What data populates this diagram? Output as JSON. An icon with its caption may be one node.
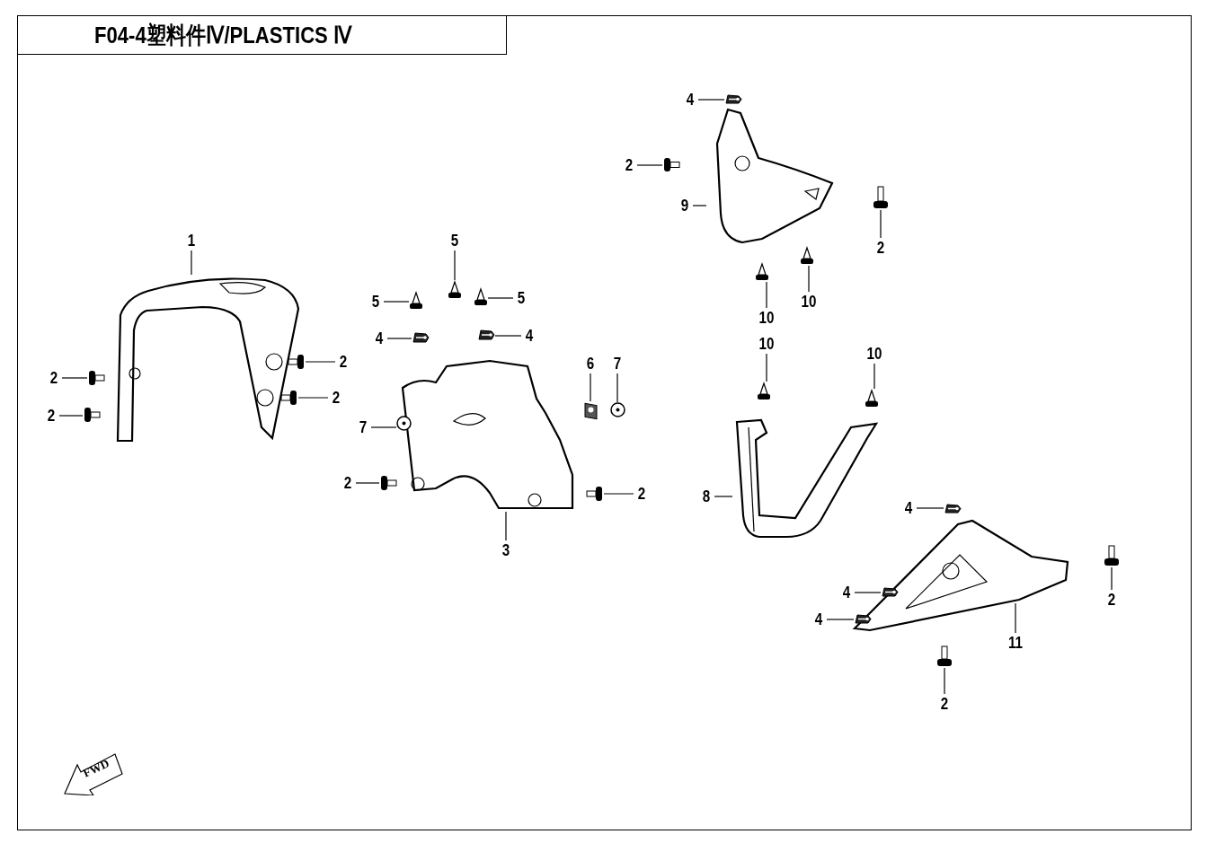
{
  "diagram": {
    "title": "F04-4塑料件Ⅳ/PLASTICS Ⅳ",
    "nodes": [
      {
        "text": [
          "4"
        ]
      },
      {
        "text": [],
        "shape": "picture"
      },
      {
        "text": [
          "2"
        ]
      },
      {
        "text": [],
        "shape": "picture"
      },
      {
        "text": [
          "9"
        ]
      },
      {
        "text": [],
        "shape": "picture"
      },
      {
        "text": [
          "2"
        ]
      },
      {
        "text": [],
        "shape": "picture"
      },
      {
        "text": [
          "10"
        ]
      },
      {
        "text": [],
        "shape": "picture"
      },
      {
        "text": [
          "10"
        ]
      },
      {
        "text": [],
        "shape": "picture"
      },
      {
        "text": [
          "1"
        ]
      },
      {
        "text": [],
        "shape": "picture"
      },
      {
        "text": [
          "2"
        ]
      },
      {
        "text": [],
        "shape": "picture"
      },
      {
        "text": [
          "2"
        ]
      },
      {
        "text": [],
        "shape": "picture"
      },
      {
        "text": [
          "2"
        ]
      },
      {
        "text": [],
        "shape": "picture"
      },
      {
        "text": [
          "2"
        ]
      },
      {
        "text": [],
        "shape": "picture"
      },
      {
        "text": [
          "5"
        ]
      },
      {
        "text": [],
        "shape": "picture"
      },
      {
        "text": [
          "5"
        ]
      },
      {
        "text": [],
        "shape": "picture"
      },
      {
        "text": [
          "5"
        ]
      },
      {
        "text": [],
        "shape": "picture"
      },
      {
        "text": [
          "4"
        ]
      },
      {
        "text": [],
        "shape": "picture"
      },
      {
        "text": [
          "4"
        ]
      },
      {
        "text": [],
        "shape": "picture"
      },
      {
        "text": [
          "6"
        ]
      },
      {
        "text": [],
        "shape": "picture"
      },
      {
        "text": [
          "7"
        ]
      },
      {
        "text": [],
        "shape": "picture"
      },
      {
        "text": [
          "7"
        ]
      },
      {
        "text": [],
        "shape": "picture"
      },
      {
        "text": [
          "2"
        ]
      },
      {
        "text": [],
        "shape": "picture"
      },
      {
        "text": [
          "2"
        ]
      },
      {
        "text": [],
        "shape": "picture"
      },
      {
        "text": [
          "3"
        ]
      },
      {
        "text": [],
        "shape": "picture"
      },
      {
        "text": [
          "10"
        ]
      },
      {
        "text": [],
        "shape": "picture"
      },
      {
        "text": [
          "10"
        ]
      },
      {
        "text": [],
        "shape": "picture"
      },
      {
        "text": [
          "8"
        ]
      },
      {
        "text": [],
        "shape": "picture"
      },
      {
        "text": [
          "4"
        ]
      },
      {
        "text": [],
        "shape": "picture"
      },
      {
        "text": [
          "2"
        ]
      },
      {
        "text": [],
        "shape": "picture"
      },
      {
        "text": [
          "4"
        ]
      },
      {
        "text": [],
        "shape": "picture"
      },
      {
        "text": [
          "4"
        ]
      },
      {
        "text": [],
        "shape": "picture"
      },
      {
        "text": [
          "11"
        ]
      },
      {
        "text": [],
        "shape": "picture"
      },
      {
        "text": [
          "2"
        ]
      },
      {
        "text": [],
        "shape": "picture"
      }
    ],
    "edges": [
      {
        "from": 0,
        "to": 1,
        "arrow": "none"
      },
      {
        "from": 2,
        "to": 3,
        "arrow": "none"
      },
      {
        "from": 4,
        "to": 5,
        "arrow": "none"
      },
      {
        "from": 6,
        "to": 7,
        "arrow": "none"
      },
      {
        "from": 8,
        "to": 9,
        "arrow": "none"
      },
      {
        "from": 10,
        "to": 11,
        "arrow": "none"
      },
      {
        "from": 12,
        "to": 13,
        "arrow": "none"
      },
      {
        "from": 14,
        "to": 15,
        "arrow": "none"
      },
      {
        "from": 16,
        "to": 17,
        "arrow": "none"
      },
      {
        "from": 18,
        "to": 19,
        "arrow": "none"
      },
      {
        "from": 20,
        "to": 21,
        "arrow": "none"
      },
      {
        "from": 22,
        "to": 23,
        "arrow": "none"
      },
      {
        "from": 24,
        "to": 25,
        "arrow": "none"
      },
      {
        "from": 26,
        "to": 27,
        "arrow": "none"
      },
      {
        "from": 28,
        "to": 29,
        "arrow": "none"
      },
      {
        "from": 30,
        "to": 31,
        "arrow": "none"
      },
      {
        "from": 32,
        "to": 33,
        "arrow": "none"
      },
      {
        "from": 34,
        "to": 35,
        "arrow": "none"
      },
      {
        "from": 36,
        "to": 37,
        "arrow": "none"
      },
      {
        "from": 38,
        "to": 39,
        "arrow": "none"
      },
      {
        "from": 40,
        "to": 41,
        "arrow": "none"
      },
      {
        "from": 42,
        "to": 43,
        "arrow": "none"
      },
      {
        "from": 44,
        "to": 45,
        "arrow": "none"
      },
      {
        "from": 46,
        "to": 47,
        "arrow": "none"
      },
      {
        "from": 48,
        "to": 49,
        "arrow": "none"
      },
      {
        "from": 50,
        "to": 51,
        "arrow": "none"
      },
      {
        "from": 52,
        "to": 53,
        "arrow": "none"
      },
      {
        "from": 54,
        "to": 55,
        "arrow": "none"
      },
      {
        "from": 56,
        "to": 57,
        "arrow": "none"
      },
      {
        "from": 58,
        "to": 59,
        "arrow": "none"
      },
      {
        "from": 60,
        "to": 61,
        "arrow": "none"
      }
    ],
    "labels": [
      "FWD"
    ]
  }
}
